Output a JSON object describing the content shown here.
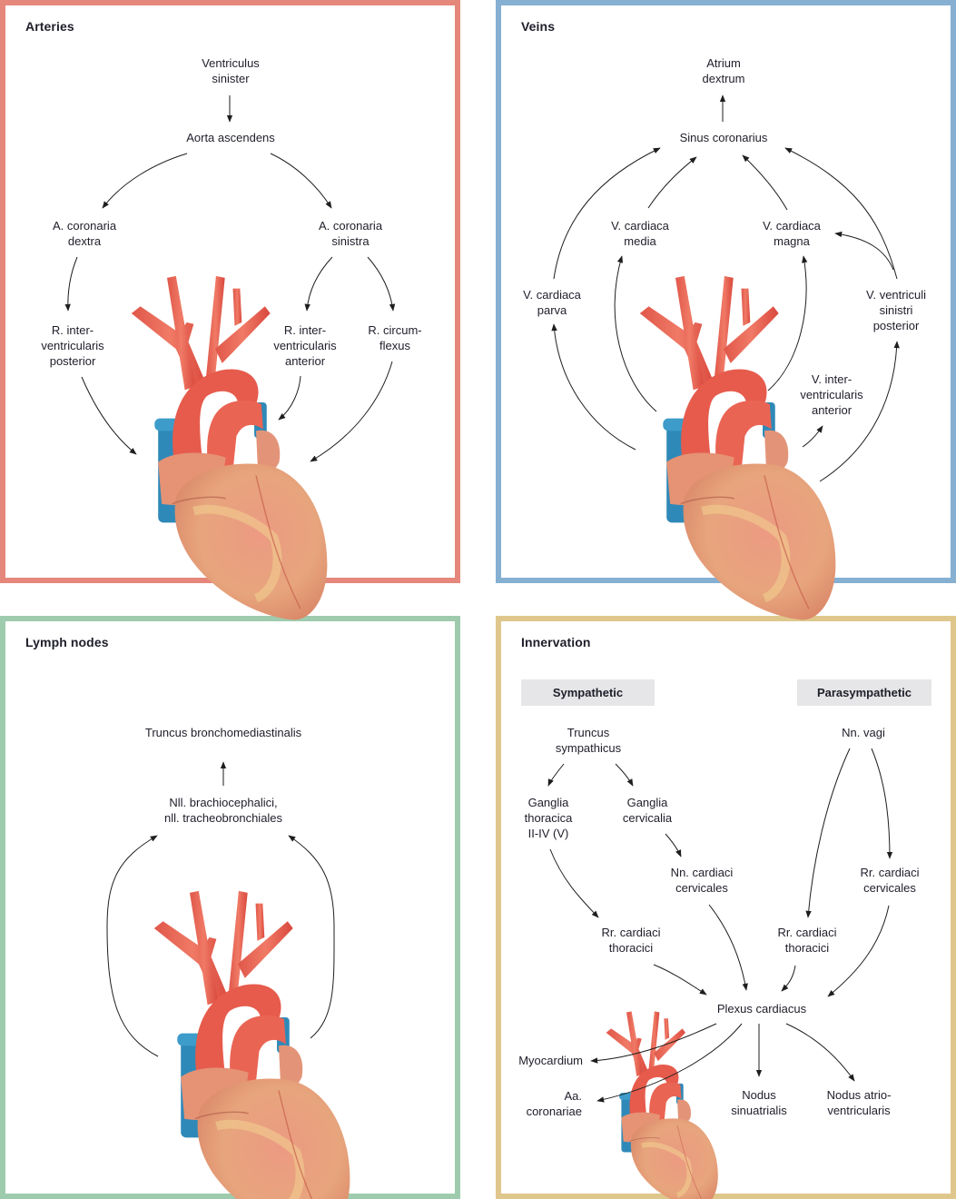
{
  "panels": {
    "arteries": {
      "title": "Arteries",
      "border_color": "#e6877b",
      "nodes": {
        "ventriculus_sinister": "Ventriculus\nsinister",
        "aorta_ascendens": "Aorta ascendens",
        "a_coronaria_dextra": "A. coronaria\ndextra",
        "a_coronaria_sinistra": "A. coronaria\nsinistra",
        "r_interventricularis_posterior": "R. inter-\nventricularis\nposterior",
        "r_interventricularis_anterior": "R. inter-\nventricularis\nanterior",
        "r_circumflexus": "R. circum-\nflexus"
      }
    },
    "veins": {
      "title": "Veins",
      "border_color": "#86b0d2",
      "nodes": {
        "atrium_dextrum": "Atrium\ndextrum",
        "sinus_coronarius": "Sinus coronarius",
        "v_cardiaca_media": "V. cardiaca\nmedia",
        "v_cardiaca_magna": "V. cardiaca\nmagna",
        "v_cardiaca_parva": "V. cardiaca\nparva",
        "v_ventriculi_sinistri_posterior": "V. ventriculi\nsinistri\nposterior",
        "v_interventricularis_anterior": "V. inter-\nventricularis\nanterior"
      }
    },
    "lymph": {
      "title": "Lymph nodes",
      "border_color": "#9ecbad",
      "nodes": {
        "truncus_bronchomediastinalis": "Truncus bronchomediastinalis",
        "nll_brachiocephalici": "Nll. brachiocephalici,\nnll. tracheobronchiales"
      }
    },
    "innervation": {
      "title": "Innervation",
      "border_color": "#dfc78c",
      "sympathetic_label": "Sympathetic",
      "parasympathetic_label": "Parasympathetic",
      "nodes": {
        "truncus_sympathicus": "Truncus\nsympathicus",
        "ganglia_thoracica": "Ganglia\nthoracica\nII-IV (V)",
        "ganglia_cervicalia": "Ganglia\ncervicalia",
        "nn_cardiaci_cervicales": "Nn. cardiaci\ncervicales",
        "rr_cardiaci_thoracici_symp": "Rr. cardiaci\nthoracici",
        "nn_vagi": "Nn. vagi",
        "rr_cardiaci_cervicales": "Rr. cardiaci\ncervicales",
        "rr_cardiaci_thoracici_para": "Rr. cardiaci\nthoracici",
        "plexus_cardiacus": "Plexus cardiacus",
        "myocardium": "Myocardium",
        "aa_coronariae": "Aa.\ncoronariae",
        "nodus_sinuatrialis": "Nodus\nsinuatrialis",
        "nodus_atrioventricularis": "Nodus atrio-\nventricularis"
      }
    }
  }
}
